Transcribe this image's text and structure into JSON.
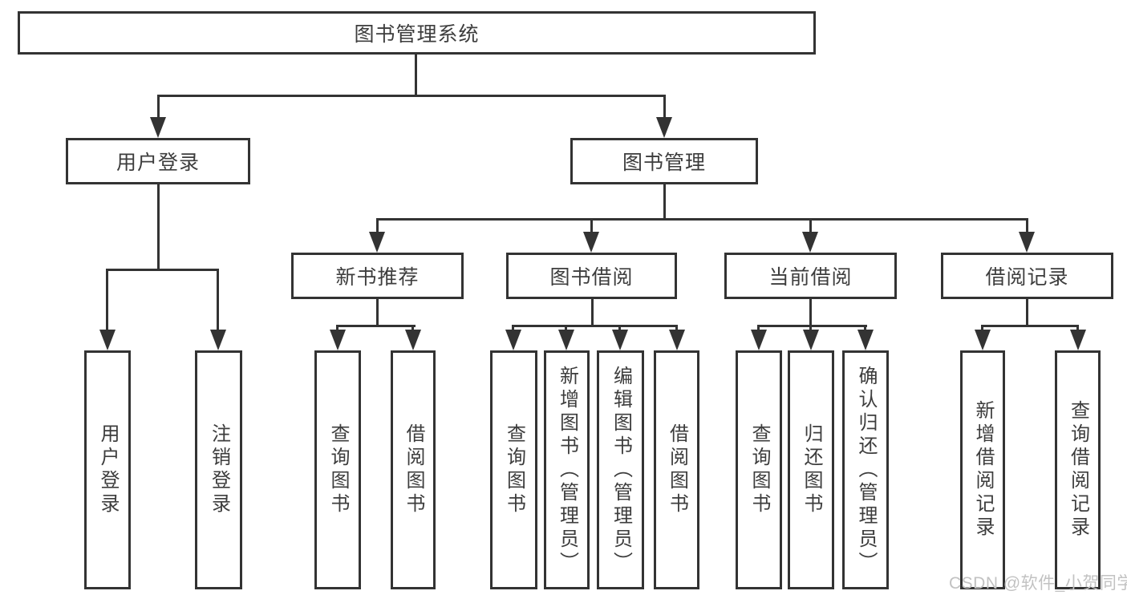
{
  "diagram": {
    "title_node": "图书管理系统",
    "level2": {
      "user_login": "用户登录",
      "book_management": "图书管理"
    },
    "level3": {
      "new_book_recommend": "新书推荐",
      "book_borrowing": "图书借阅",
      "current_borrowing": "当前借阅",
      "borrowing_records": "借阅记录"
    },
    "leaves": {
      "user_login": [
        "用户登录",
        "注销登录"
      ],
      "new_book_recommend": [
        "查询图书",
        "借阅图书"
      ],
      "book_borrowing": [
        "查询图书",
        "新增图书（管理员）",
        "编辑图书（管理员）",
        "借阅图书"
      ],
      "current_borrowing": [
        "查询图书",
        "归还图书",
        "确认归还（管理员）"
      ],
      "borrowing_records": [
        "新增借阅记录",
        "查询借阅记录"
      ]
    },
    "watermark": "CSDN @软件_小贺同学",
    "colors": {
      "line": "#333333",
      "text": "#3d3d3d",
      "background": "#ffffff",
      "watermark": "#c2c2c2"
    }
  }
}
